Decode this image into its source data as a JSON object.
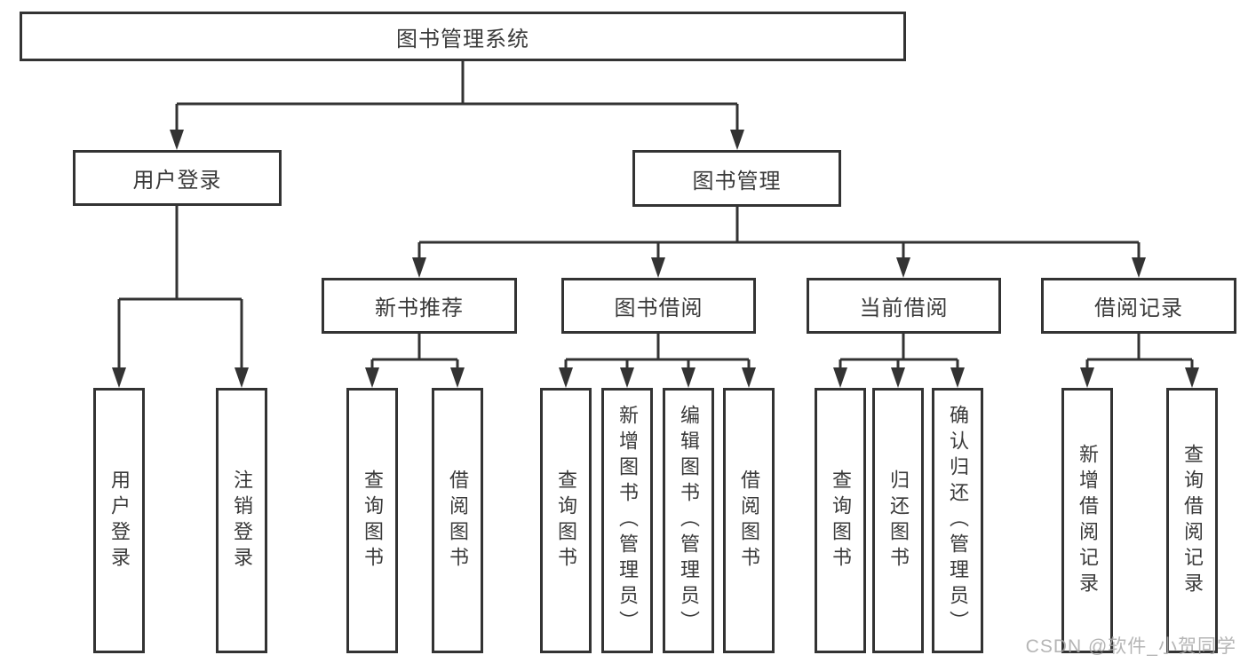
{
  "diagram": {
    "title": "图书管理系统",
    "watermark": "CSDN @软件_小贺同学",
    "colors": {
      "line": "#333333",
      "text": "#3a3a3a",
      "box_background": "#ffffff",
      "page_background": "#ffffff",
      "watermark": "#a8a8a8"
    },
    "branches": {
      "user_login": {
        "label": "用户登录",
        "children": {
          "login": "用户登录",
          "logout": "注销登录"
        }
      },
      "book_mgmt": {
        "label": "图书管理",
        "sections": {
          "new_book": {
            "label": "新书推荐",
            "children": {
              "query": "查询图书",
              "borrow": "借阅图书"
            }
          },
          "book_borrow": {
            "label": "图书借阅",
            "children": {
              "query": "查询图书",
              "add": "新增图书（管理员）",
              "edit": "编辑图书（管理员）",
              "borrow": "借阅图书"
            }
          },
          "current_borrow": {
            "label": "当前借阅",
            "children": {
              "query": "查询图书",
              "return": "归还图书",
              "confirm": "确认归还（管理员）"
            }
          },
          "borrow_records": {
            "label": "借阅记录",
            "children": {
              "add": "新增借阅记录",
              "query": "查询借阅记录"
            }
          }
        }
      }
    }
  }
}
